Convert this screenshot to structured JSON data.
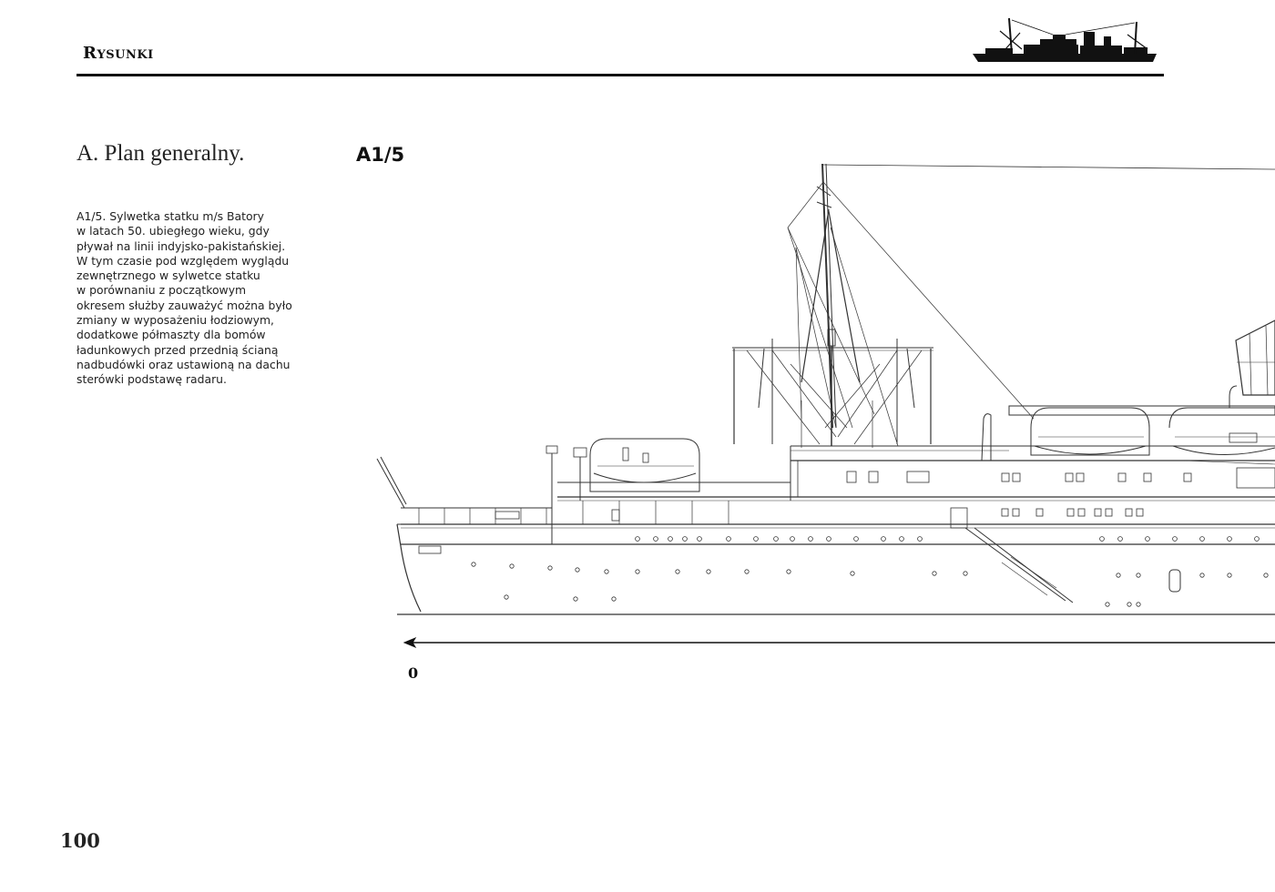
{
  "header": {
    "section": "Rysunki",
    "ship_icon": "ship-silhouette-icon"
  },
  "page": {
    "title": "A. Plan generalny.",
    "figure_id": "A1/5",
    "caption_lines": [
      "A1/5. Sylwetka statku m/s Batory",
      "w latach 50. ubiegłego wieku, gdy",
      "pływał na linii indyjsko-pakistańskiej.",
      "W tym czasie pod względem wyglądu",
      "zewnętrznego w sylwetce statku",
      "w porównaniu z początkowym",
      "okresem służby zauważyć można było",
      "zmiany w wyposażeniu łodziowym,",
      "dodatkowe półmaszty dla bomów",
      "ładunkowych przed przednią ścianą",
      "nadbudówki oraz ustawioną na dachu",
      "sterówki podstawę radaru."
    ],
    "scale_zero": "0",
    "page_number": "100"
  },
  "colors": {
    "ink": "#111111",
    "line": "#333333",
    "background": "#ffffff"
  }
}
